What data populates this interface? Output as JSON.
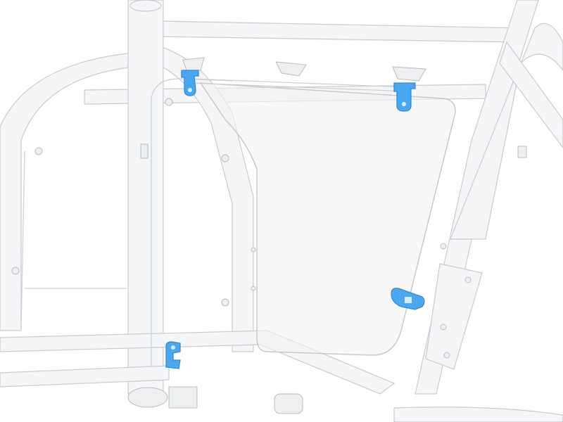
{
  "colors": {
    "background": "#ffffff",
    "frame_outline": "#c9ccd0",
    "frame_fill": "#f4f5f6",
    "highlight_bracket": "#4aa8f0",
    "highlight_outline": "#2e86d6"
  },
  "highlighted_parts": [
    {
      "name": "mounting-bracket-top-left",
      "icon": "bracket-icon"
    },
    {
      "name": "mounting-bracket-top-right",
      "icon": "bracket-icon"
    },
    {
      "name": "mounting-bracket-mid-right",
      "icon": "bracket-icon"
    },
    {
      "name": "mounting-bracket-bottom-left",
      "icon": "bracket-icon"
    }
  ]
}
